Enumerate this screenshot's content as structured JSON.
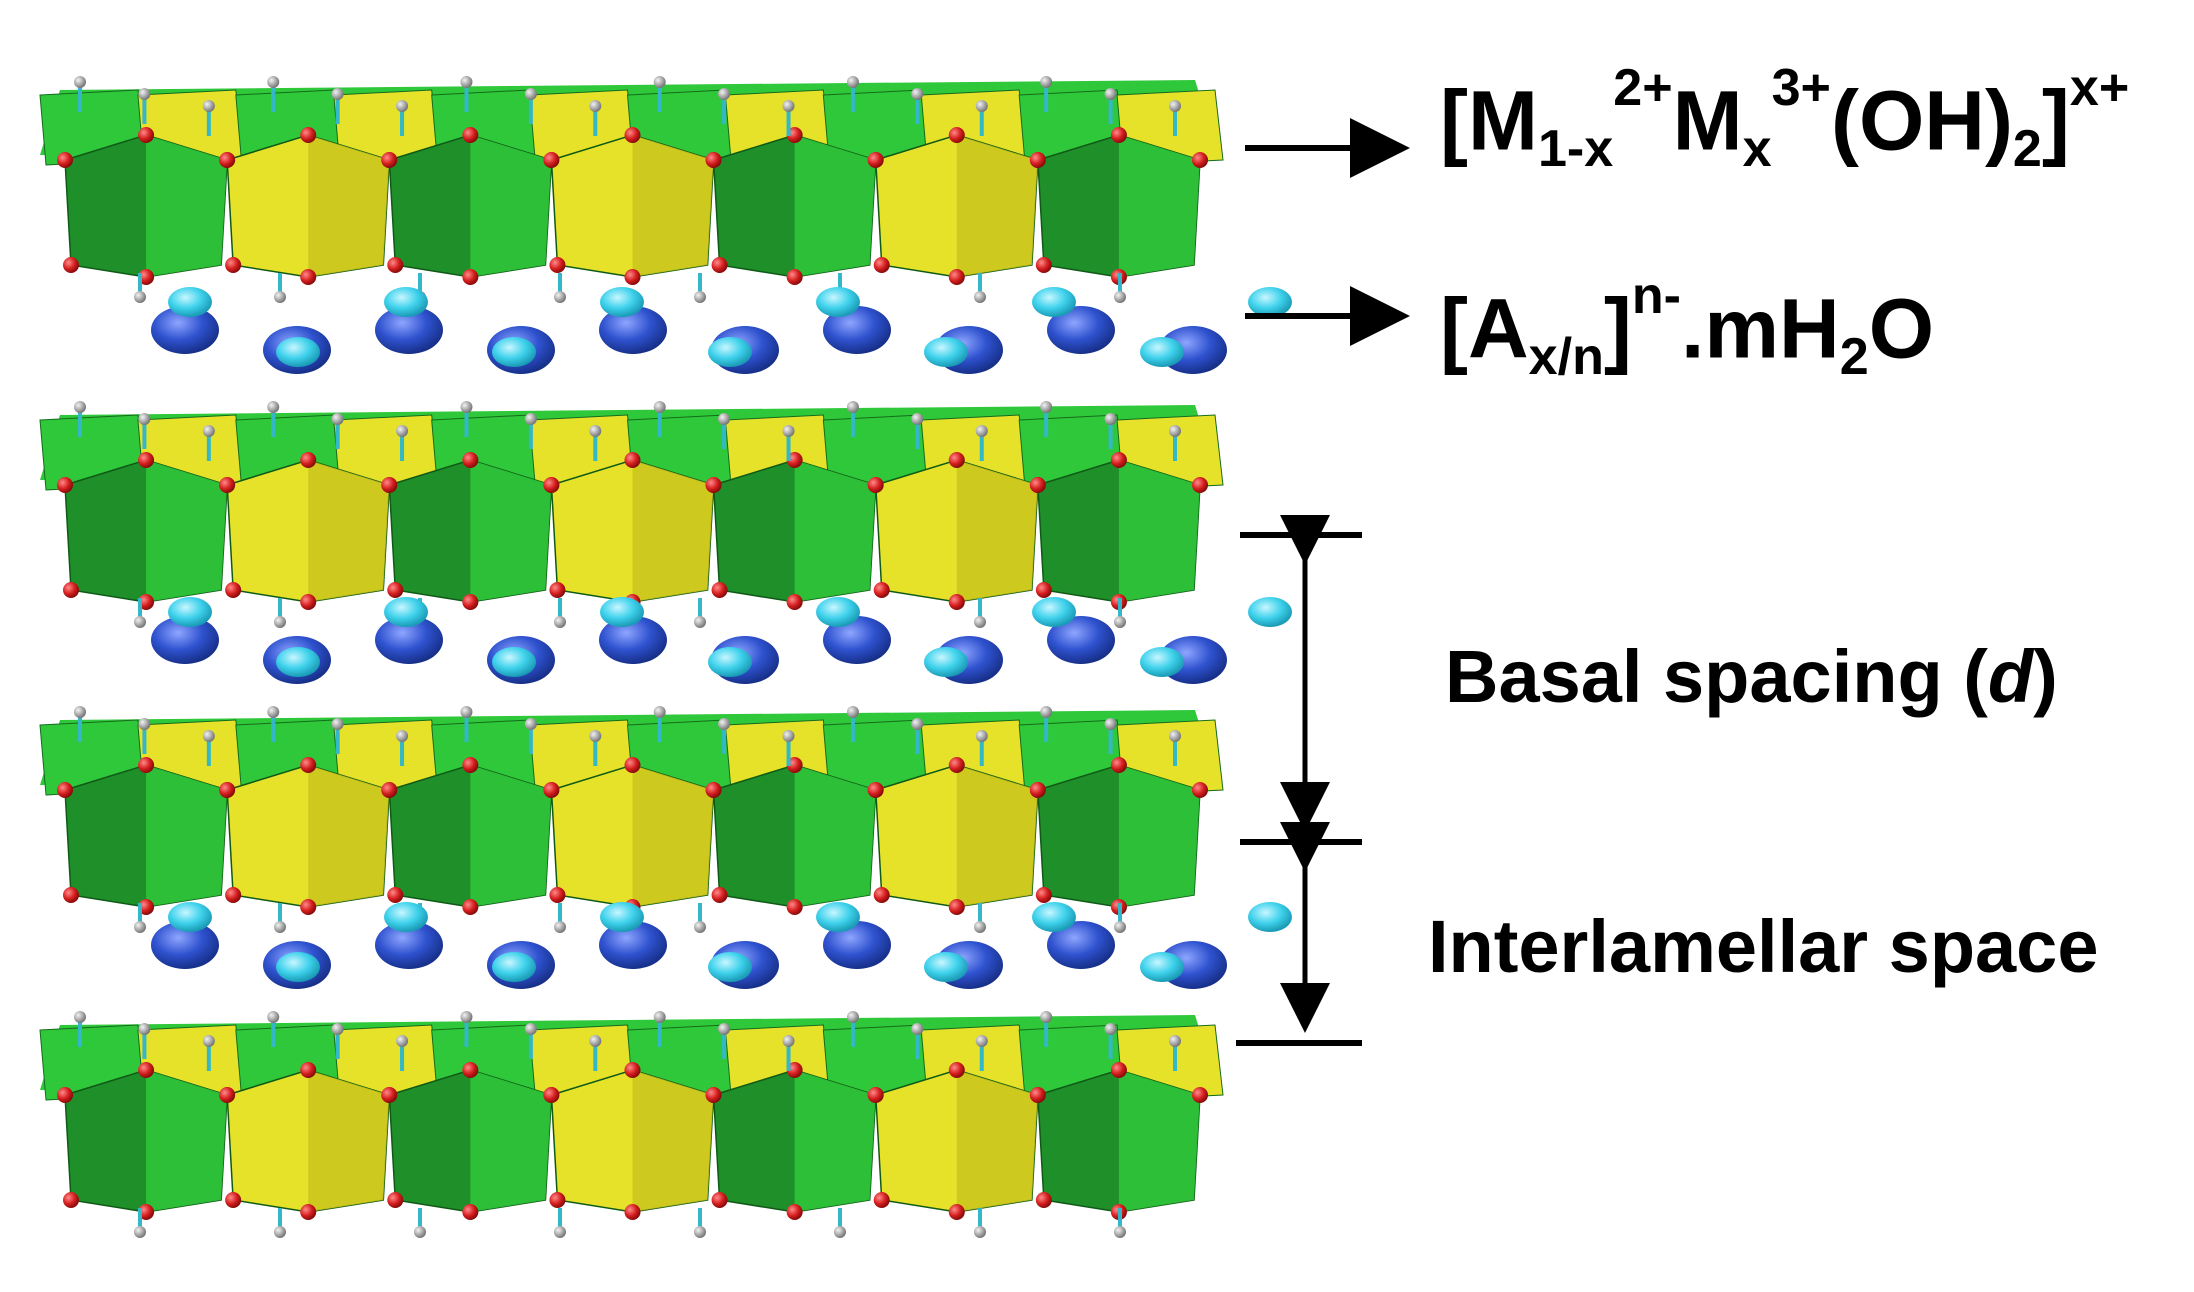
{
  "labels": {
    "layer_formula": {
      "bracket_open": "[M",
      "sub1": "1-x",
      "sup1": "2+",
      "mid": "M",
      "sub2": "x",
      "sup2": "3+",
      "oh": "(OH)",
      "sub3": "2",
      "bracket_close": "]",
      "charge": "x+"
    },
    "interlayer_anion": {
      "bracket_open": "[A",
      "sub": "x/n",
      "bracket_close": "]",
      "charge": "n-",
      "water_a": ".mH",
      "water_sub": "2",
      "water_b": "O"
    },
    "basal_spacing": {
      "text": "Basal spacing (",
      "symbol": "d",
      "close": ")"
    },
    "interlamellar_space": "Interlamellar space"
  },
  "colors": {
    "octahedron_dark": "#1f8f2a",
    "octahedron_green": "#2fc83a",
    "octahedron_yellow": "#e6e22a",
    "oxygen": "#d51e1e",
    "hydrogen": "#9c9c9c",
    "bond": "#34b7c9",
    "anion_dark": "#2f52cf",
    "water_cyan": "#3fd2ec",
    "arrow": "#000000"
  }
}
